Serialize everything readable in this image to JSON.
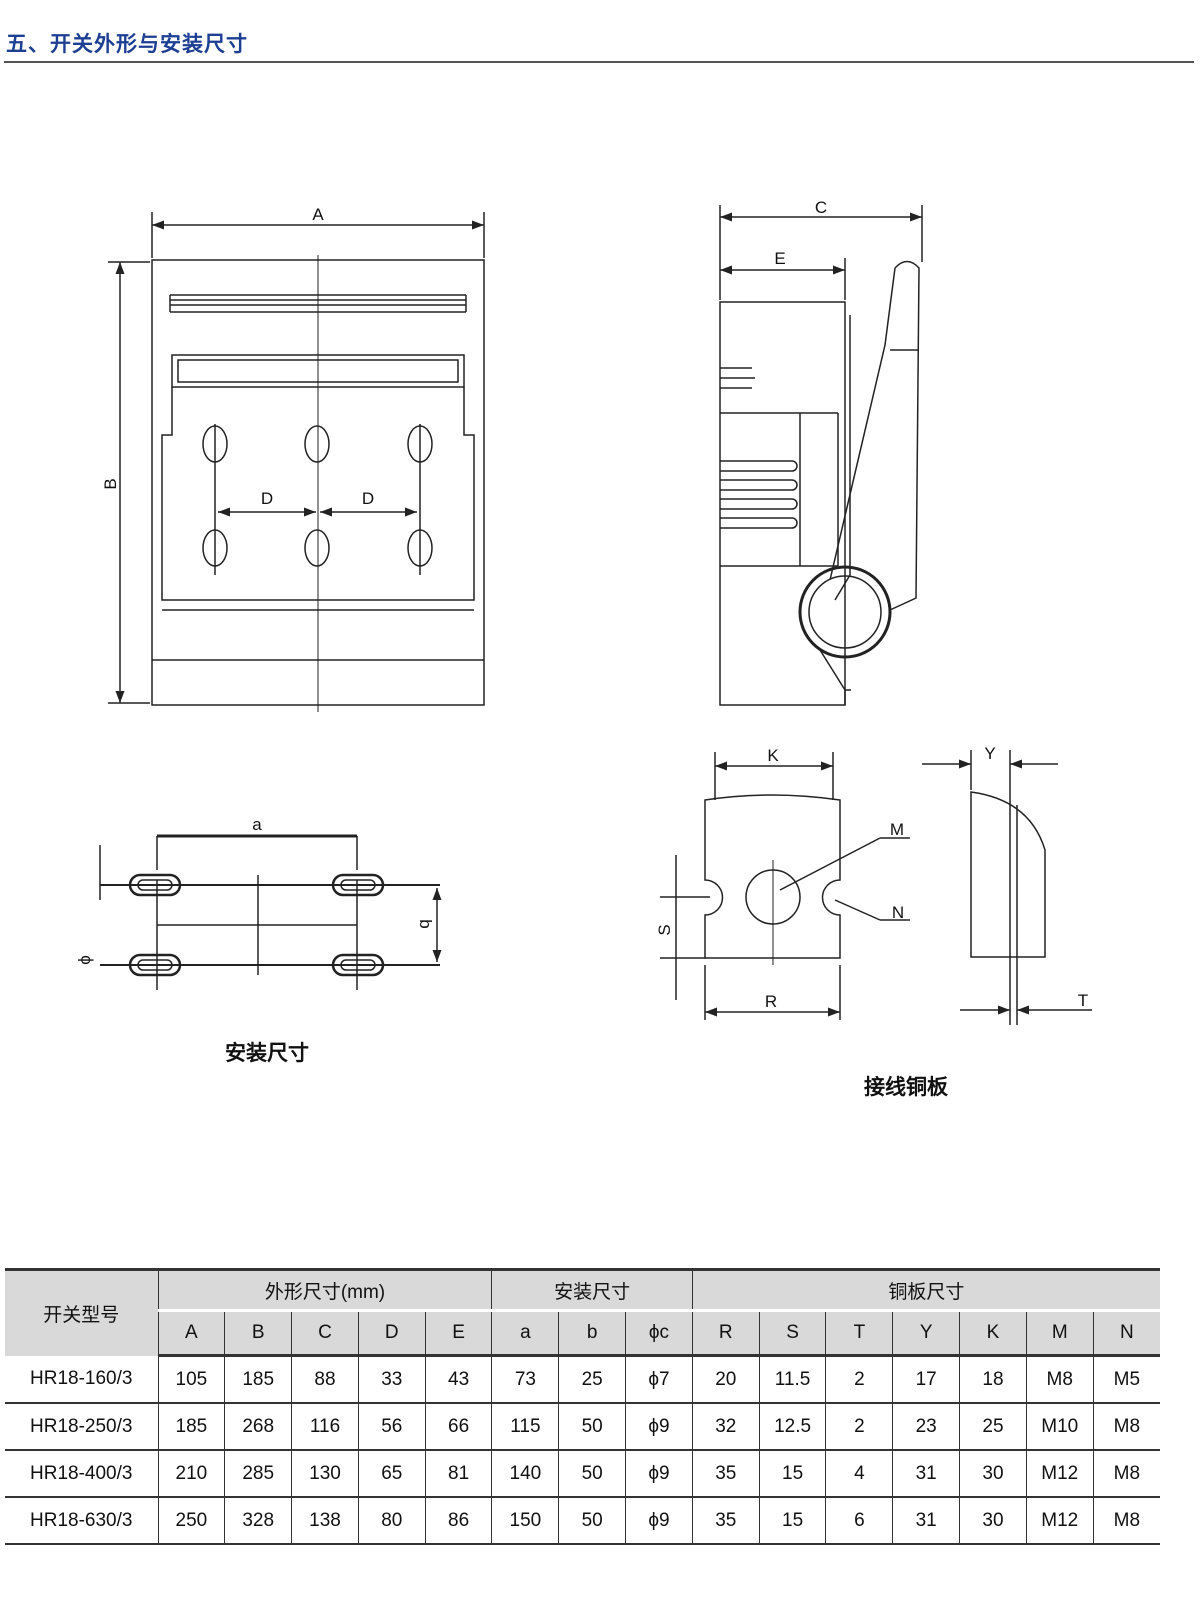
{
  "section_title": "五、开关外形与安装尺寸",
  "drawings": {
    "front_view": {
      "A": "A",
      "B": "B",
      "D1": "D",
      "D2": "D"
    },
    "side_view": {
      "C": "C",
      "E": "E"
    },
    "mounting": {
      "a": "a",
      "b": "b",
      "phi": "ϕ",
      "caption": "安装尺寸"
    },
    "copper_plate": {
      "K": "K",
      "M": "M",
      "N": "N",
      "S": "S",
      "R": "R",
      "Y": "Y",
      "T": "T",
      "caption": "接线铜板"
    }
  },
  "table": {
    "model_header": "开关型号",
    "groups": [
      "外形尺寸(mm)",
      "安装尺寸",
      "铜板尺寸"
    ],
    "columns": [
      "A",
      "B",
      "C",
      "D",
      "E",
      "a",
      "b",
      "ϕc",
      "R",
      "S",
      "T",
      "Y",
      "K",
      "M",
      "N"
    ],
    "rows": [
      [
        "HR18-160/3",
        "105",
        "185",
        "88",
        "33",
        "43",
        "73",
        "25",
        "ϕ7",
        "20",
        "11.5",
        "2",
        "17",
        "18",
        "M8",
        "M5"
      ],
      [
        "HR18-250/3",
        "185",
        "268",
        "116",
        "56",
        "66",
        "115",
        "50",
        "ϕ9",
        "32",
        "12.5",
        "2",
        "23",
        "25",
        "M10",
        "M8"
      ],
      [
        "HR18-400/3",
        "210",
        "285",
        "130",
        "65",
        "81",
        "140",
        "50",
        "ϕ9",
        "35",
        "15",
        "4",
        "31",
        "30",
        "M12",
        "M8"
      ],
      [
        "HR18-630/3",
        "250",
        "328",
        "138",
        "80",
        "86",
        "150",
        "50",
        "ϕ9",
        "35",
        "15",
        "6",
        "31",
        "30",
        "M12",
        "M8"
      ]
    ]
  }
}
